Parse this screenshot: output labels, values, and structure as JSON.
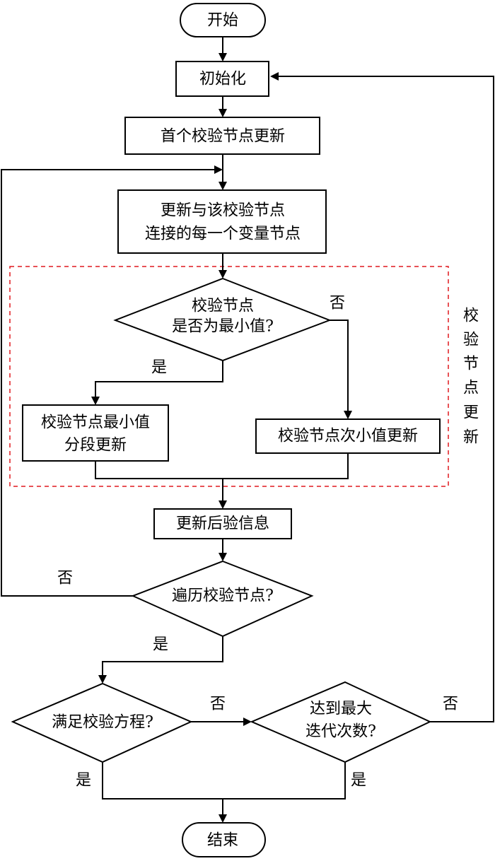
{
  "nodes": {
    "start": "开始",
    "init": "初始化",
    "first_check_update": "首个校验节点更新",
    "update_vars": [
      "更新与该校验节点",
      "连接的每一个变量节点"
    ],
    "is_min": [
      "校验节点",
      "是否为最小值?"
    ],
    "min_update": [
      "校验节点最小值",
      "分段更新"
    ],
    "second_min_update": "校验节点次小值更新",
    "update_posterior": "更新后验信息",
    "traverse": "遍历校验节点?",
    "satisfy": "满足校验方程?",
    "max_iter": [
      "达到最大",
      "迭代次数?"
    ],
    "end": "结束"
  },
  "labels": {
    "yes": "是",
    "no": "否"
  },
  "group_label": [
    "校",
    "验",
    "节",
    "点",
    "更",
    "新"
  ],
  "colors": {
    "line": "#000000",
    "group_border": "#e0191e"
  }
}
